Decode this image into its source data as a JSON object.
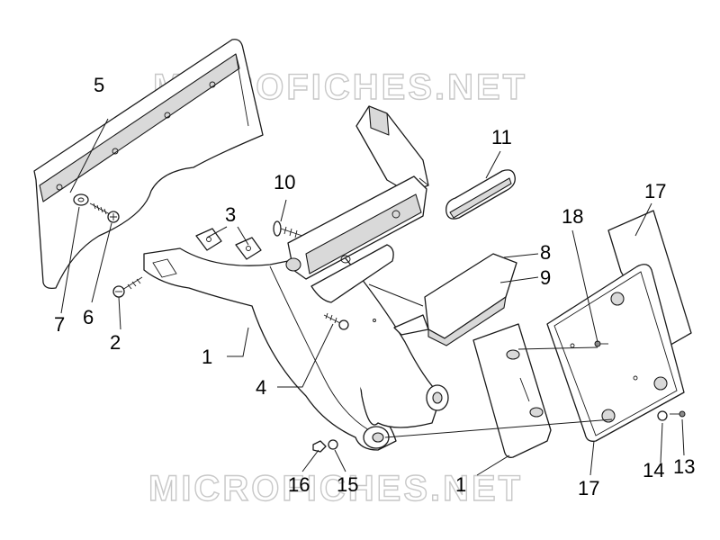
{
  "watermark": {
    "top": "MICROFICHES.NET",
    "bottom": "MICROFICHES.NET"
  },
  "callouts": {
    "c5": "5",
    "c7": "7",
    "c6": "6",
    "c2": "2",
    "c3": "3",
    "c10": "10",
    "c11": "11",
    "c8": "8",
    "c9": "9",
    "c18": "18",
    "c17a": "17",
    "c17b": "17",
    "c1a": "1",
    "c1b": "1",
    "c4": "4",
    "c16": "16",
    "c15": "15",
    "c14": "14",
    "c13": "13"
  },
  "colors": {
    "line": "#1a1a1a",
    "shade": "#d9d9d9",
    "watermark": "#c8c8c8"
  }
}
